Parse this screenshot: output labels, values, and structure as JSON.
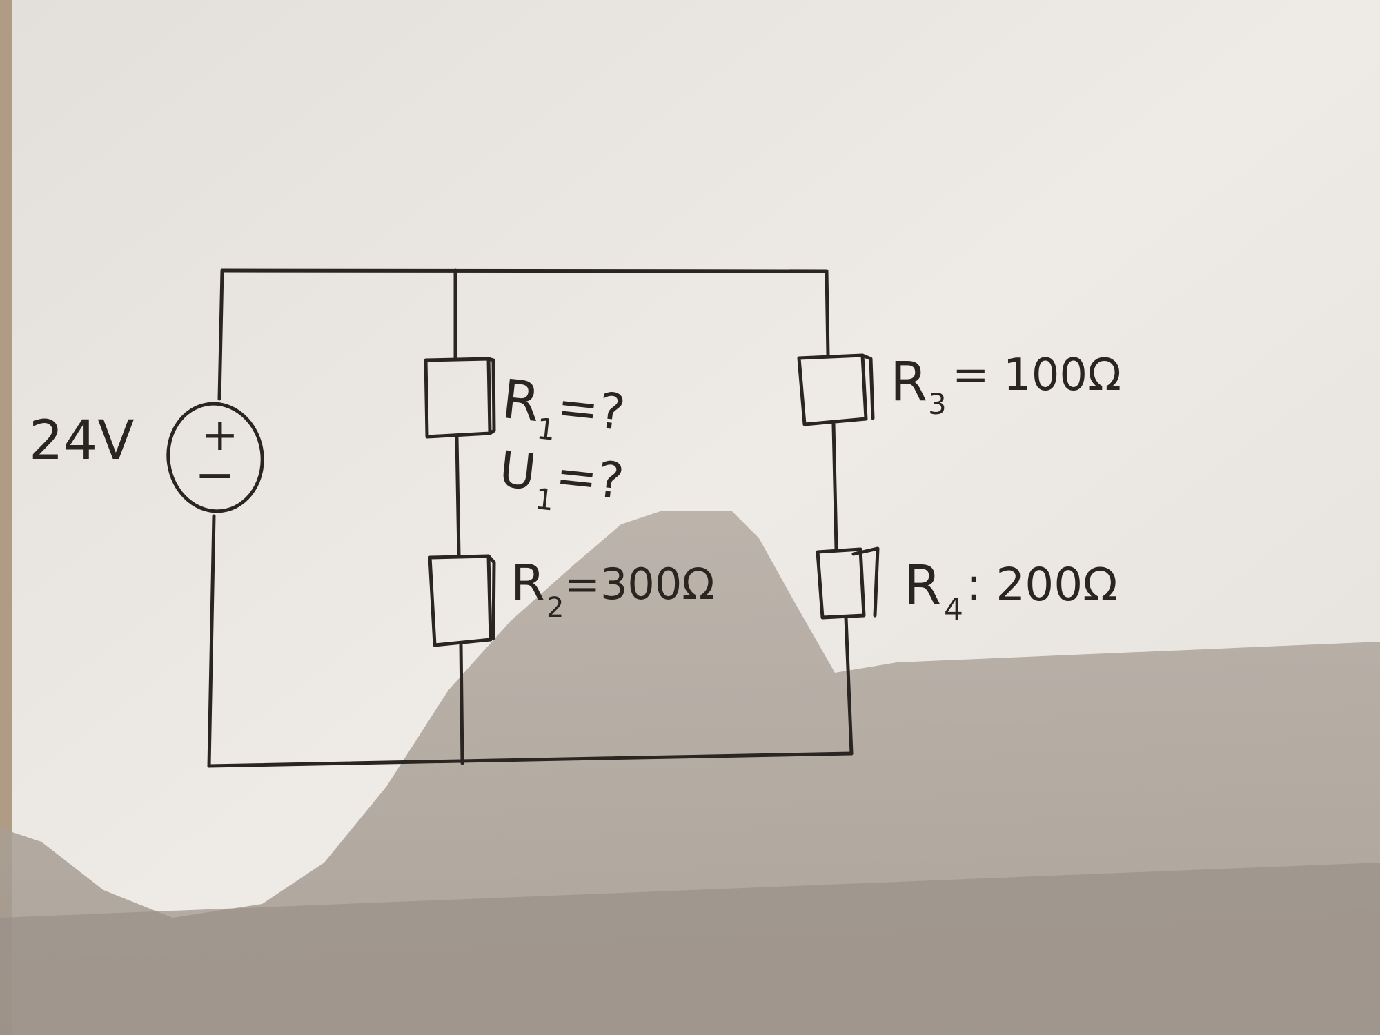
{
  "source": {
    "label": "24V",
    "plus": "+",
    "minus": "−"
  },
  "resistors": [
    {
      "id": "R1",
      "letter": "R",
      "sub": "1",
      "rest": "=?"
    },
    {
      "id": "R2",
      "letter": "R",
      "sub": "2",
      "rest": "=300Ω"
    },
    {
      "id": "R3",
      "letter": "R",
      "sub": "3",
      "rest": "= 100Ω"
    },
    {
      "id": "R4",
      "letter": "R",
      "sub": "4",
      "rest": ": 200Ω"
    }
  ],
  "voltage": {
    "letter": "U",
    "sub": "1",
    "rest": "=?"
  },
  "colors": {
    "paper": "#ece8e4",
    "ink": "#2b2522",
    "shadow": "#a79d93"
  }
}
